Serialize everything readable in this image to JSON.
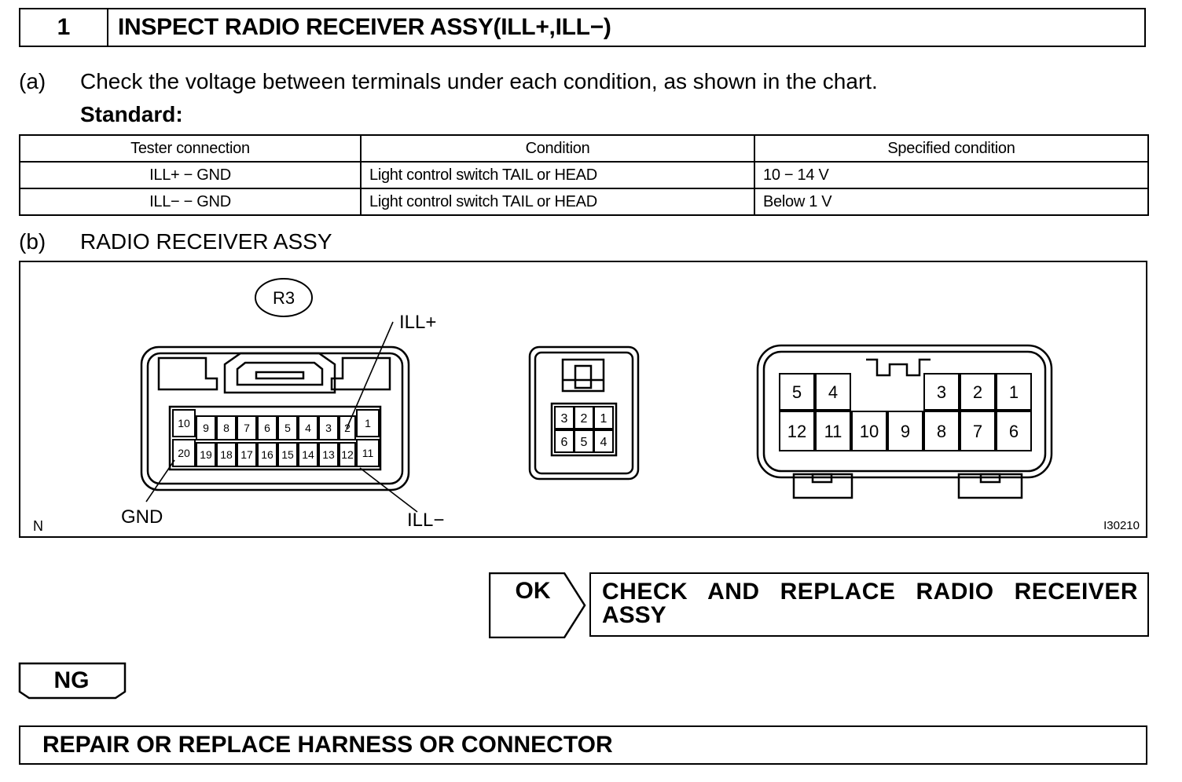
{
  "step": {
    "number": "1",
    "title": "INSPECT RADIO RECEIVER ASSY(ILL+,ILL−)"
  },
  "para_a": {
    "label": "(a)",
    "text": "Check the voltage between terminals under each condition, as shown in the chart.",
    "standard_label": "Standard:"
  },
  "spec_table": {
    "headers": [
      "Tester connection",
      "Condition",
      "Specified condition"
    ],
    "rows": [
      [
        "ILL+ − GND",
        "Light control switch TAIL or HEAD",
        "10 − 14 V"
      ],
      [
        "ILL− − GND",
        "Light control switch TAIL or HEAD",
        "Below 1 V"
      ]
    ]
  },
  "para_b": {
    "label": "(b)",
    "text": "RADIO RECEIVER ASSY"
  },
  "figure": {
    "connector_id": "R3",
    "label_ill_plus": "ILL+",
    "label_ill_minus": "ILL−",
    "label_gnd": "GND",
    "corner_mark": "N",
    "figure_code": "I30210",
    "connector_a": {
      "top_row": [
        "10",
        "9",
        "8",
        "7",
        "6",
        "5",
        "4",
        "3",
        "2",
        "1"
      ],
      "bottom_row": [
        "20",
        "19",
        "18",
        "17",
        "16",
        "15",
        "14",
        "13",
        "12",
        "11"
      ]
    },
    "connector_b": {
      "top_row": [
        "3",
        "2",
        "1"
      ],
      "bottom_row": [
        "6",
        "5",
        "4"
      ]
    },
    "connector_c": {
      "top_left": [
        "5",
        "4"
      ],
      "top_right": [
        "3",
        "2",
        "1"
      ],
      "bottom_row": [
        "12",
        "11",
        "10",
        "9",
        "8",
        "7",
        "6"
      ]
    }
  },
  "decision": {
    "ok_label": "OK",
    "ok_result_line1": "CHECK AND REPLACE RADIO RECEIVER",
    "ok_result_line2": "ASSY",
    "ng_label": "NG",
    "ng_result": "REPAIR OR REPLACE HARNESS OR CONNECTOR"
  }
}
